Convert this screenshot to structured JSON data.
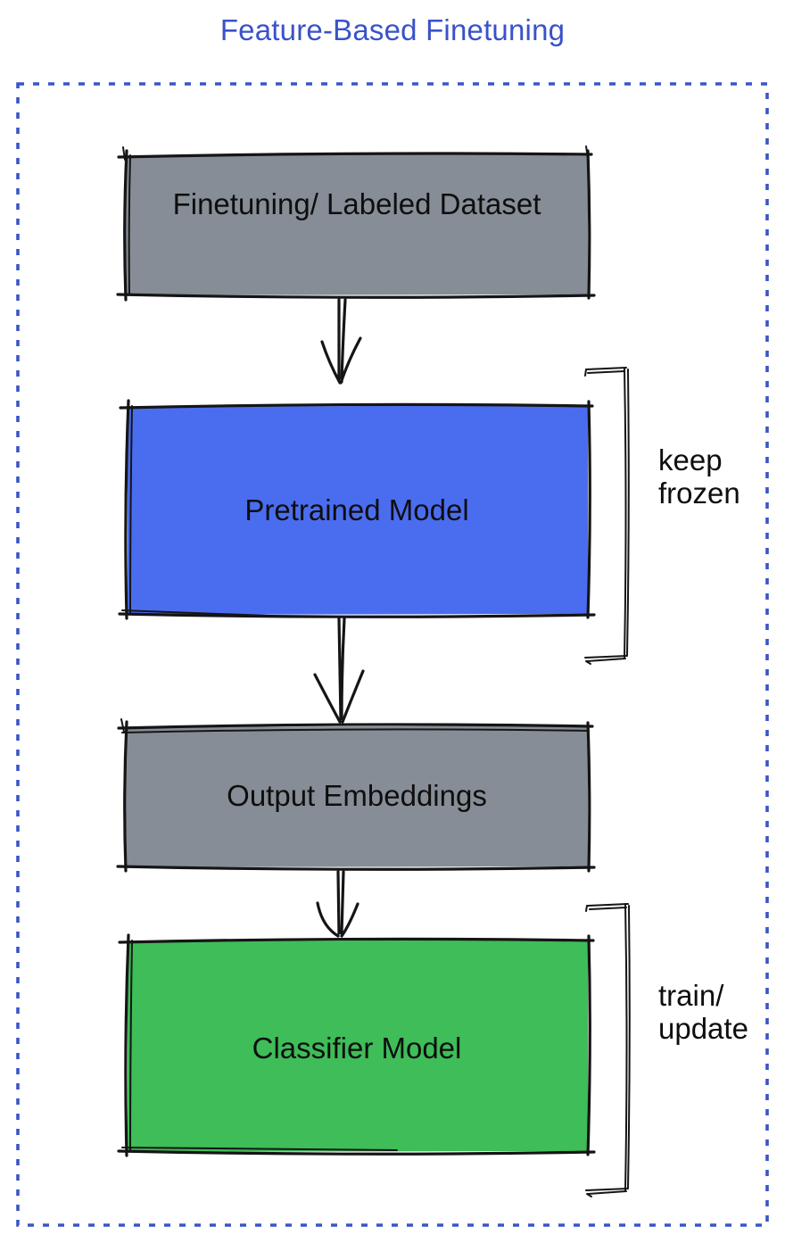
{
  "title": {
    "text": "Feature-Based Finetuning",
    "color": "#3a52c9"
  },
  "frame": {
    "border_color": "#3a55c8"
  },
  "colors": {
    "gray": "#868d96",
    "blue": "#4a6df0",
    "green": "#3ebd58",
    "stroke": "#151515"
  },
  "boxes": [
    {
      "label": "Finetuning/ Labeled Dataset",
      "fill": "gray"
    },
    {
      "label": "Pretrained Model",
      "fill": "blue"
    },
    {
      "label": "Output Embeddings",
      "fill": "gray"
    },
    {
      "label": "Classifier Model",
      "fill": "green"
    }
  ],
  "annotations": [
    {
      "lines": [
        "keep",
        "frozen"
      ]
    },
    {
      "lines": [
        "train/",
        "update"
      ]
    }
  ]
}
